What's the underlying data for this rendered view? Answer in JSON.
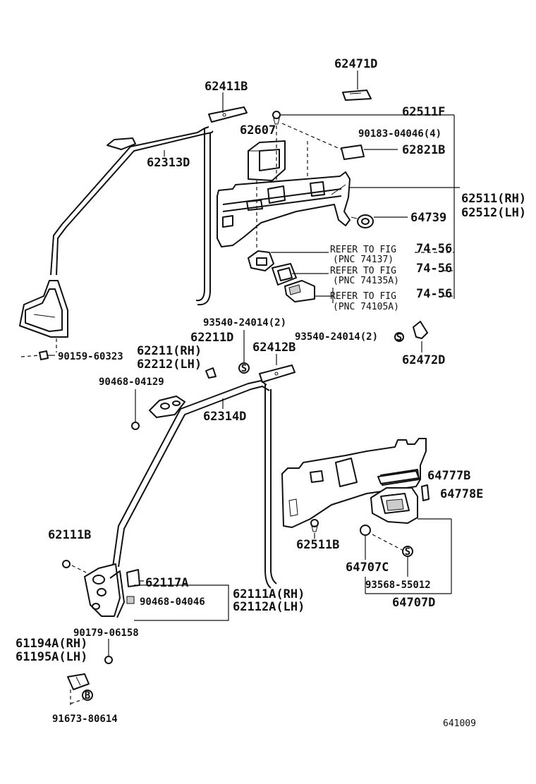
{
  "labels": {
    "p62471D": "62471D",
    "p62411B": "62411B",
    "p62511F": "62511F",
    "p62607": "62607",
    "p90183": "90183-04046(4)",
    "p62821B": "62821B",
    "p62313D": "62313D",
    "p62511RH": "62511(RH)",
    "p62512LH": "62512(LH)",
    "p64739": "64739",
    "refer1": "REFER TO FIG",
    "pnc1": "(PNC 74137)",
    "fig1": "74-56",
    "refer2": "REFER TO FIG",
    "pnc2": "(PNC 74135A)",
    "fig2": "74-56",
    "refer3": "REFER TO FIG",
    "pnc3": "(PNC 74105A)",
    "fig3": "74-56",
    "p93540a": "93540-24014(2)",
    "p62211D": "62211D",
    "p93540b": "93540-24014(2)",
    "p90159": "90159-60323",
    "p62211RH": "62211(RH)",
    "p62212LH": "62212(LH)",
    "p62412B": "62412B",
    "p62472D": "62472D",
    "p90468a": "90468-04129",
    "p62314D": "62314D",
    "p64777B": "64777B",
    "p64778E": "64778E",
    "p62111B": "62111B",
    "p62511B": "62511B",
    "p64707C": "64707C",
    "p62117A": "62117A",
    "p62111ARH": "62111A(RH)",
    "p90468b": "90468-04046",
    "p62112ALH": "62112A(LH)",
    "p93568": "93568-55012",
    "p64707D": "64707D",
    "p90179": "90179-06158",
    "p61194A": "61194A(RH)",
    "p61195A": "61195A(LH)",
    "p91673": "91673-80614",
    "figno": "641009"
  },
  "markers": {
    "s_symbol": "S",
    "b_symbol": "B"
  }
}
